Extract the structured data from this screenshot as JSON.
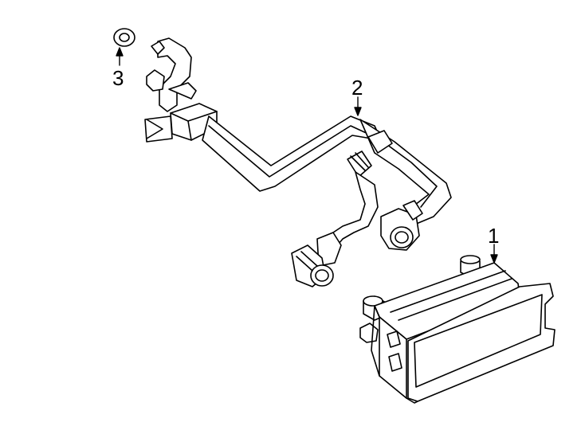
{
  "callouts": [
    {
      "label": "1",
      "part": "oil-cooler"
    },
    {
      "label": "2",
      "part": "cooler-lines"
    },
    {
      "label": "3",
      "part": "seal-ring"
    }
  ],
  "colors": {
    "line": "#000000",
    "background": "#ffffff"
  }
}
